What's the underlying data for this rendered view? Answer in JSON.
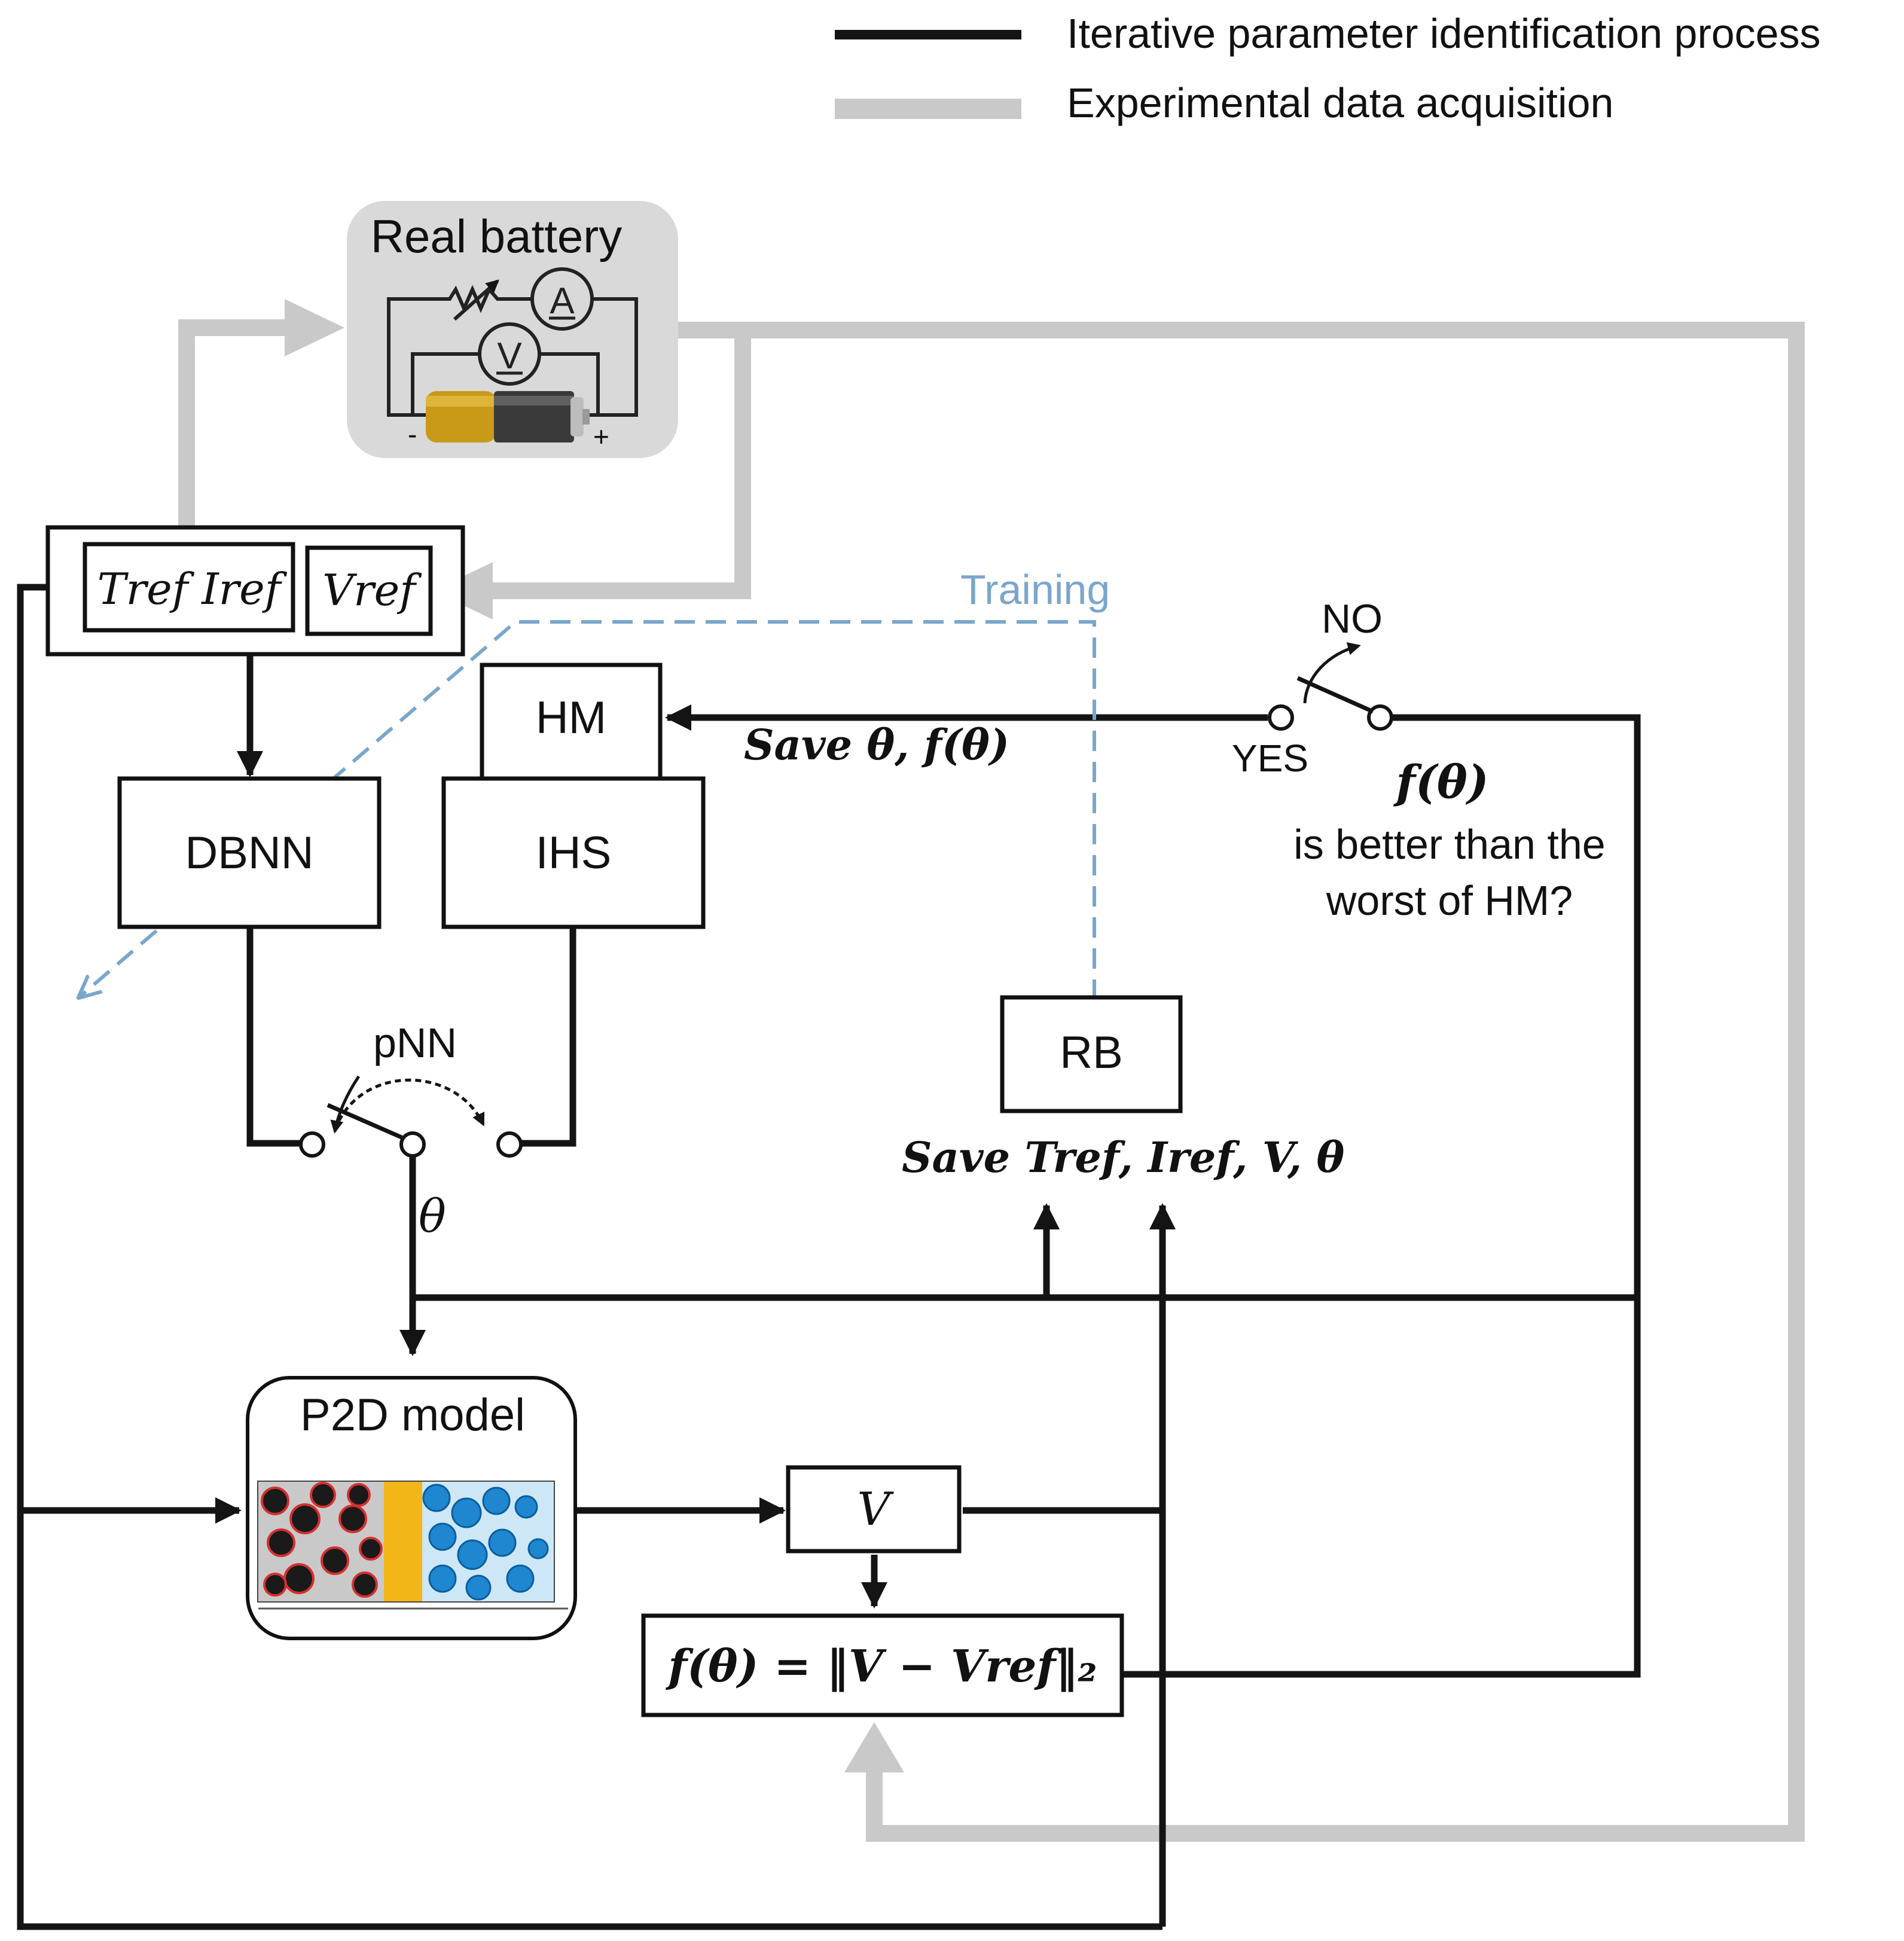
{
  "legend": {
    "black_line": "Iterative parameter identification process",
    "gray_line": "Experimental data acquisition"
  },
  "nodes": {
    "real_battery": "Real battery",
    "ammeter": "A",
    "voltmeter": "V",
    "battery_minus": "-",
    "battery_plus": "+",
    "ref_inputs": "Tref Iref",
    "ref_voltage": "Vref",
    "hm": "HM",
    "dbnn": "DBNN",
    "ihs": "IHS",
    "rb": "RB",
    "p2d_model": "P2D model",
    "v_output": "V",
    "objective": "f(θ) = ‖V − Vref‖₂"
  },
  "labels": {
    "training": "Training",
    "pnn": "pNN",
    "theta": "θ",
    "save_theta": "Save θ, f(θ)",
    "save_rb": "Save Tref, Iref, V, θ",
    "yes": "YES",
    "no": "NO",
    "decision_line1": "f(θ)",
    "decision_line2": "is better than the",
    "decision_line3": "worst of HM?"
  },
  "colors": {
    "black_flow": "#141414",
    "gray_flow": "#c9c9c9",
    "training_dashed": "#7aa6cb",
    "battery_panel": "#d9d9d9"
  }
}
